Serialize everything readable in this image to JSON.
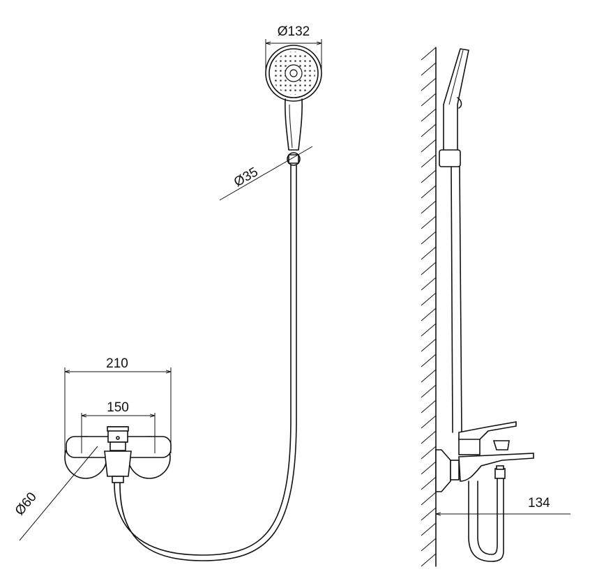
{
  "title": "Shower mixer with hand shower - dimension drawing",
  "dimensions": {
    "shower_head_diameter": "Ø132",
    "holder_diameter": "Ø35",
    "overall_width": "210",
    "center_distance": "150",
    "flange_diameter": "Ø60",
    "projection": "134"
  }
}
